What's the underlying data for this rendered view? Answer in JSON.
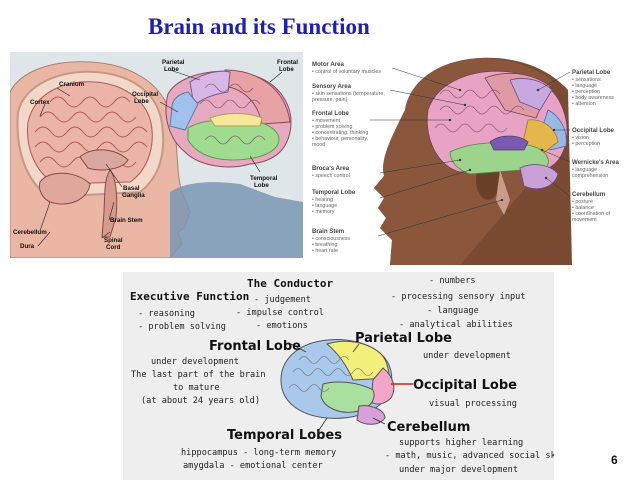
{
  "slide": {
    "title": "Brain and its Function",
    "page_number": "6"
  },
  "figure1": {
    "labels": {
      "cranium": "Cranium",
      "cortex": "Cortex",
      "parietal": [
        "Parietal",
        "Lobe"
      ],
      "frontal": [
        "Frontal",
        "Lobe"
      ],
      "occipital": [
        "Occipital",
        "Lobe"
      ],
      "basal": [
        "Basal",
        "Ganglia"
      ],
      "temporal": [
        "Temporal",
        "Lobe"
      ],
      "brainstem": "Brain Stem",
      "cerebellum": "Cerebellum",
      "dura": "Dura",
      "spinal": [
        "Spinal",
        "Cord"
      ]
    }
  },
  "figure2": {
    "left_labels": [
      {
        "title": "Motor Area",
        "items": [
          "• control of voluntary muscles"
        ]
      },
      {
        "title": "Sensory Area",
        "items": [
          "• skin sensations (temperature,",
          "  pressure, pain)"
        ]
      },
      {
        "title": "Frontal Lobe",
        "items": [
          "• movement",
          "• problem solving",
          "• concentrating, thinking",
          "• behaviour, personality,",
          "  mood"
        ]
      },
      {
        "title": "Broca's Area",
        "items": [
          "• speech control"
        ]
      },
      {
        "title": "Temporal Lobe",
        "items": [
          "• hearing",
          "• language",
          "• memory"
        ]
      },
      {
        "title": "Brain Stem",
        "items": [
          "• consciousness",
          "• breathing",
          "• heart rate"
        ]
      }
    ],
    "right_labels": [
      {
        "title": "Parietal Lobe",
        "items": [
          "• sensations",
          "• language",
          "• perception",
          "• body awareness",
          "• attention"
        ]
      },
      {
        "title": "Occipital Lobe",
        "items": [
          "• vision",
          "• perception"
        ]
      },
      {
        "title": "Wernicke's Area",
        "items": [
          "• language",
          "  comprehension"
        ]
      },
      {
        "title": "Cerebellum",
        "items": [
          "• posture",
          "• balance",
          "• coordination of",
          "  movement"
        ]
      }
    ]
  },
  "figure3": {
    "executive": {
      "title": "Executive Function",
      "items": [
        "- reasoning",
        "- problem solving"
      ]
    },
    "conductor": {
      "title": "The Conductor",
      "items": [
        "- judgement",
        "- impulse control",
        "- emotions"
      ]
    },
    "top_right_items": [
      "- numbers",
      "- processing sensory input",
      "- language",
      "- analytical abilities"
    ],
    "frontal": {
      "title": "Frontal Lobe",
      "items": [
        "under development",
        "The last part of the brain",
        "to mature",
        "(at about 24 years old)"
      ]
    },
    "parietal": {
      "title": "Parietal Lobe",
      "items": [
        "under development"
      ]
    },
    "occipital": {
      "title": "Occipital Lobe",
      "items": [
        "visual processing"
      ]
    },
    "cerebellum": {
      "title": "Cerebellum",
      "items": [
        "supports higher learning",
        "- math, music, advanced social skills",
        "under major development"
      ]
    },
    "temporal": {
      "title": "Temporal Lobes",
      "items": [
        "hippocampus - long-term memory",
        "amygdala - emotional center"
      ]
    }
  }
}
